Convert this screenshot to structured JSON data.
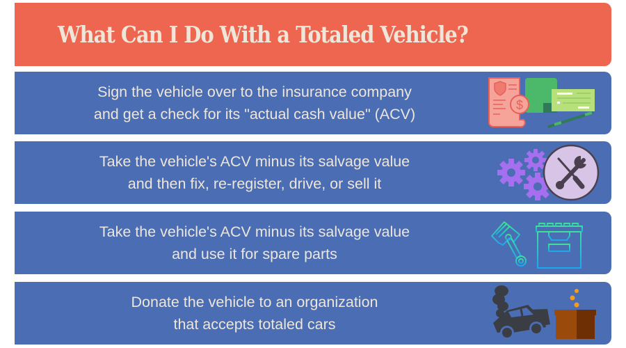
{
  "header": {
    "title": "What Can I Do With a Totaled Vehicle?",
    "background_color": "#ee6650",
    "text_color": "#efe5d8"
  },
  "options": [
    {
      "line1": "Sign the vehicle over to the insurance company",
      "line2": "and get a check for its \"actual cash value\" (ACV)",
      "icon": "insurance-check-icon"
    },
    {
      "line1": "Take the vehicle's ACV minus its salvage value",
      "line2": "and then fix, re-register, drive, or sell it",
      "icon": "gears-tools-icon"
    },
    {
      "line1": "Take the vehicle's ACV minus its salvage value",
      "line2": "and use it for spare parts",
      "icon": "piston-battery-icon"
    },
    {
      "line1": "Donate the vehicle to an organization",
      "line2": "that accepts totaled cars",
      "icon": "wrecked-car-donation-box-icon"
    }
  ],
  "colors": {
    "row_background": "#4b6db3",
    "row_text": "#ece6dc"
  }
}
